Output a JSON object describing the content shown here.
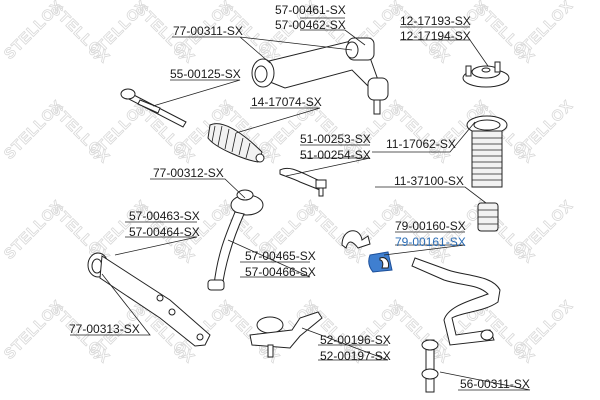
{
  "diagram": {
    "brand_watermark": "STELLOX",
    "highlight_color": "#2a6cb5",
    "labels": {
      "upper_arm_bushing_a": "57-00461-SX",
      "upper_arm_bushing_b": "57-00462-SX",
      "upper_control_arm": "77-00311-SX",
      "strut_mount_a": "12-17193-SX",
      "strut_mount_b": "12-17194-SX",
      "tie_rod": "55-00125-SX",
      "steering_boot": "14-17074-SX",
      "tie_rod_end_a": "51-00253-SX",
      "tie_rod_end_b": "51-00254-SX",
      "strut_boot": "11-17062-SX",
      "bump_stop": "11-37100-SX",
      "lower_arm_front": "77-00312-SX",
      "lower_arm_bushing_a": "57-00463-SX",
      "lower_arm_bushing_b": "57-00464-SX",
      "lower_arm_bushing_c": "57-00465-SX",
      "lower_arm_bushing_d": "57-00466-SX",
      "stab_bushing_a": "79-00160-SX",
      "stab_bushing_b": "79-00161-SX",
      "lower_arm_rear": "77-00313-SX",
      "ball_joint_a": "52-00196-SX",
      "ball_joint_b": "52-00197-SX",
      "stab_link": "56-00311-SX"
    }
  }
}
